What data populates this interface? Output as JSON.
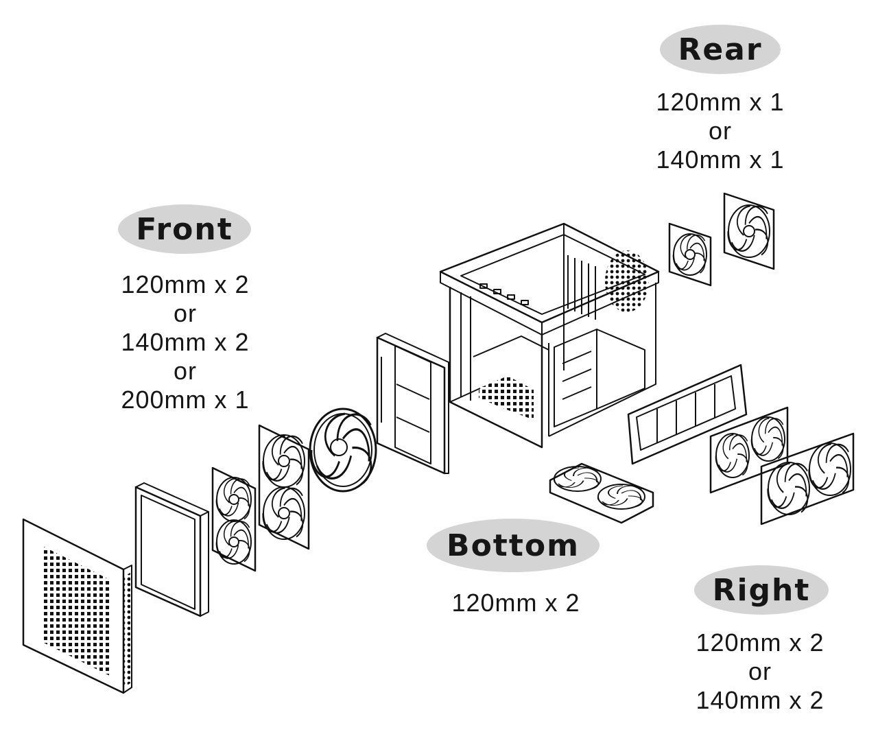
{
  "zones": {
    "rear": {
      "label": "Rear",
      "lines": [
        "120mm x 1",
        "or",
        "140mm x 1"
      ]
    },
    "front": {
      "label": "Front",
      "lines": [
        "120mm x 2",
        "or",
        "140mm x 2",
        "or",
        "200mm x 1"
      ]
    },
    "bottom": {
      "label": "Bottom",
      "lines": [
        "120mm x 2"
      ]
    },
    "right": {
      "label": "Right",
      "lines": [
        "120mm x 2",
        "or",
        "140mm x 2"
      ]
    }
  },
  "colors": {
    "badge_bg": "#d4d4d4",
    "ink": "#161616",
    "background": "#ffffff"
  }
}
